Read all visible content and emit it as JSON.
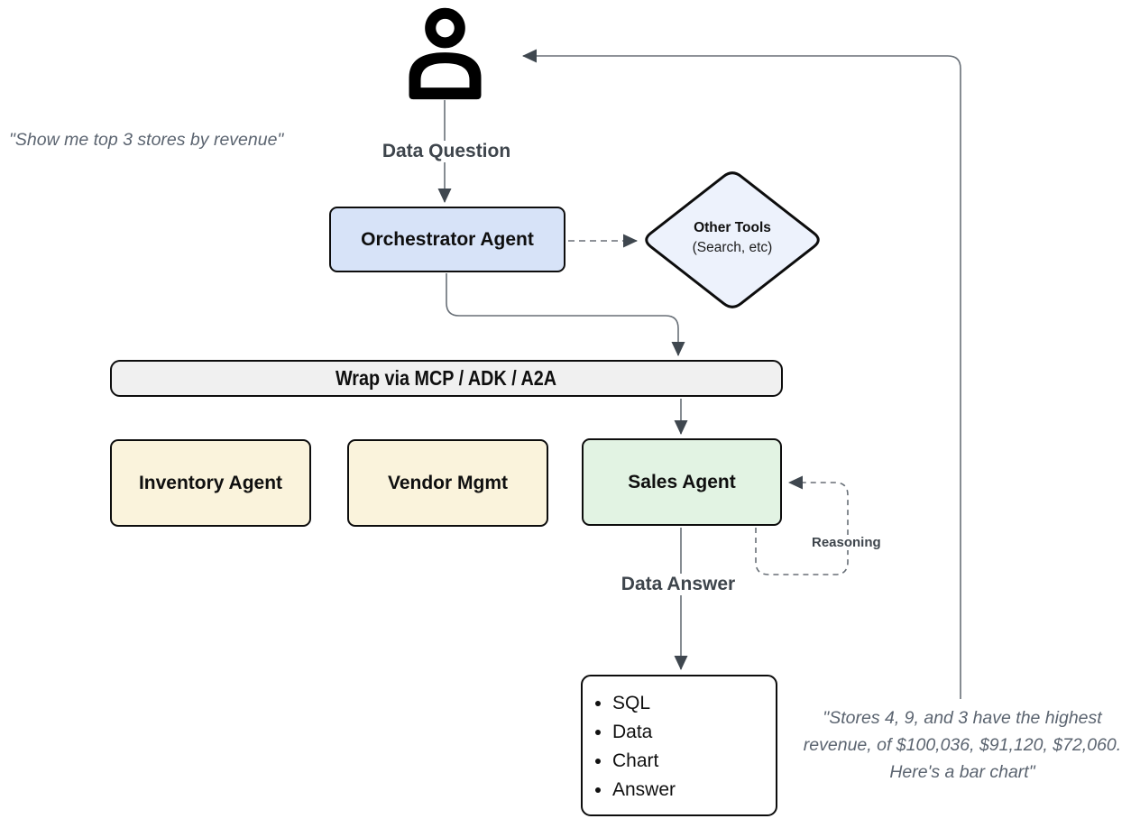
{
  "palette": {
    "orchestrator_fill": "#d7e3f8",
    "other_tools_fill": "#edf2fc",
    "wrap_bar_fill": "#f0f0f0",
    "worker_box_fill": "#faf3dc",
    "sales_fill": "#e2f3e3",
    "output_fill": "#ffffff",
    "node_border": "#0d0d0d",
    "connector_line": "#686f77",
    "arrowhead": "#3f474f",
    "flow_label_text": "#3e454c",
    "quote_text": "#5b6470"
  },
  "quotes": {
    "question": "\"Show me top 3 stores by revenue\"",
    "answer": "\"Stores 4, 9, and 3 have the highest revenue, of $100,036, $91,120, $72,060. Here's a bar chart\""
  },
  "labels": {
    "data_question": "Data Question",
    "data_answer": "Data Answer",
    "reasoning": "Reasoning"
  },
  "nodes": {
    "orchestrator": {
      "label": "Orchestrator Agent"
    },
    "other_tools": {
      "title": "Other Tools",
      "subtitle": "(Search, etc)"
    },
    "wrap_bar": {
      "label": "Wrap via MCP / ADK / A2A"
    },
    "inventory": {
      "label": "Inventory Agent"
    },
    "vendor": {
      "label": "Vendor Mgmt"
    },
    "sales": {
      "label": "Sales Agent"
    },
    "output": {
      "items": [
        "SQL",
        "Data",
        "Chart",
        "Answer"
      ]
    }
  }
}
